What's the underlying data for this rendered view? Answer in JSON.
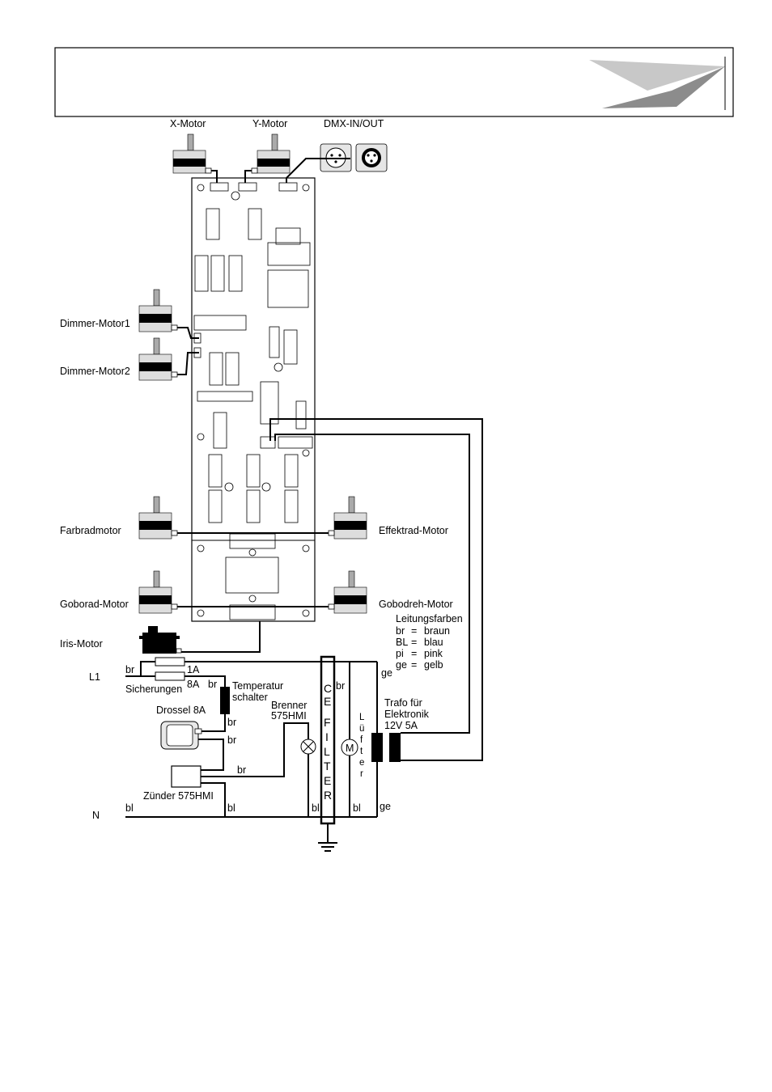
{
  "motors": {
    "x_motor": "X-Motor",
    "y_motor": "Y-Motor",
    "dmx": "DMX-IN/OUT",
    "dimmer_motor1": "Dimmer-Motor1",
    "dimmer_motor2": "Dimmer-Motor2",
    "farbradmotor": "Farbradmotor",
    "effektrad_motor": "Effektrad-Motor",
    "goborad_motor": "Goborad-Motor",
    "gobodreh_motor": "Gobodreh-Motor",
    "iris_motor": "Iris-Motor"
  },
  "legend": {
    "title": "Leitungsfarben",
    "entries": [
      {
        "code": "br",
        "eq": "=",
        "name": "braun"
      },
      {
        "code": "BL",
        "eq": "=",
        "name": "blau"
      },
      {
        "code": "pi",
        "eq": "=",
        "name": "pink"
      },
      {
        "code": "ge",
        "eq": "=",
        "name": "gelb"
      }
    ]
  },
  "power": {
    "l1": "L1",
    "n": "N",
    "fuse_1a": "1A",
    "fuse_8a": "8A",
    "fuses": "Sicherungen",
    "temp_line1": "Temperatur",
    "temp_line2": "schalter",
    "choke": "Drossel 8A",
    "burner_line1": "Brenner",
    "burner_line2": "575HMI",
    "igniter": "Zünder 575HMI",
    "trafo_line1": "Trafo für",
    "trafo_line2": "Elektronik",
    "trafo_line3": "12V 5A",
    "fan_symbol": "M",
    "filter_letters": [
      "C",
      "E",
      "F",
      "I",
      "L",
      "T",
      "E",
      "R"
    ],
    "fan_letters": [
      "L",
      "ü",
      "f",
      "t",
      "e",
      "r"
    ]
  },
  "wire_labels": {
    "br_l1": "br",
    "br_temp": "br",
    "br_choke_top": "br",
    "br_choke_bottom": "br",
    "br_igniter": "br",
    "br_filter": "br",
    "ge_top": "ge",
    "ge_bottom": "ge",
    "bl_n": "bl",
    "bl_mid": "bl",
    "bl_burner": "bl",
    "bl_fan": "bl"
  }
}
